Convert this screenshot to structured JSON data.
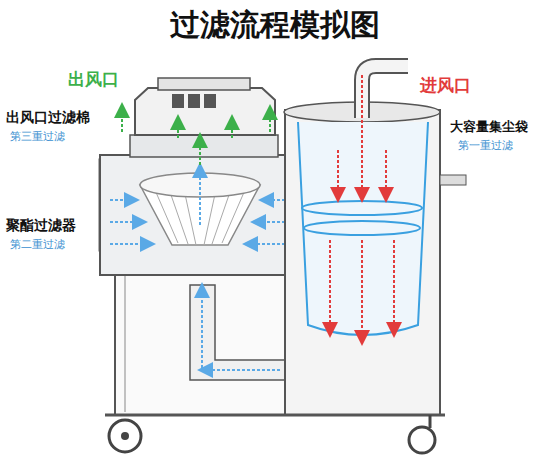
{
  "diagram": {
    "title": "过滤流程模拟图",
    "labels": [
      "出风口",
      "出风口过滤棉",
      "第三重过滤",
      "聚酯过滤器",
      "第二重过滤",
      "进风口",
      "大容量集尘袋",
      "第一重过滤"
    ]
  }
}
